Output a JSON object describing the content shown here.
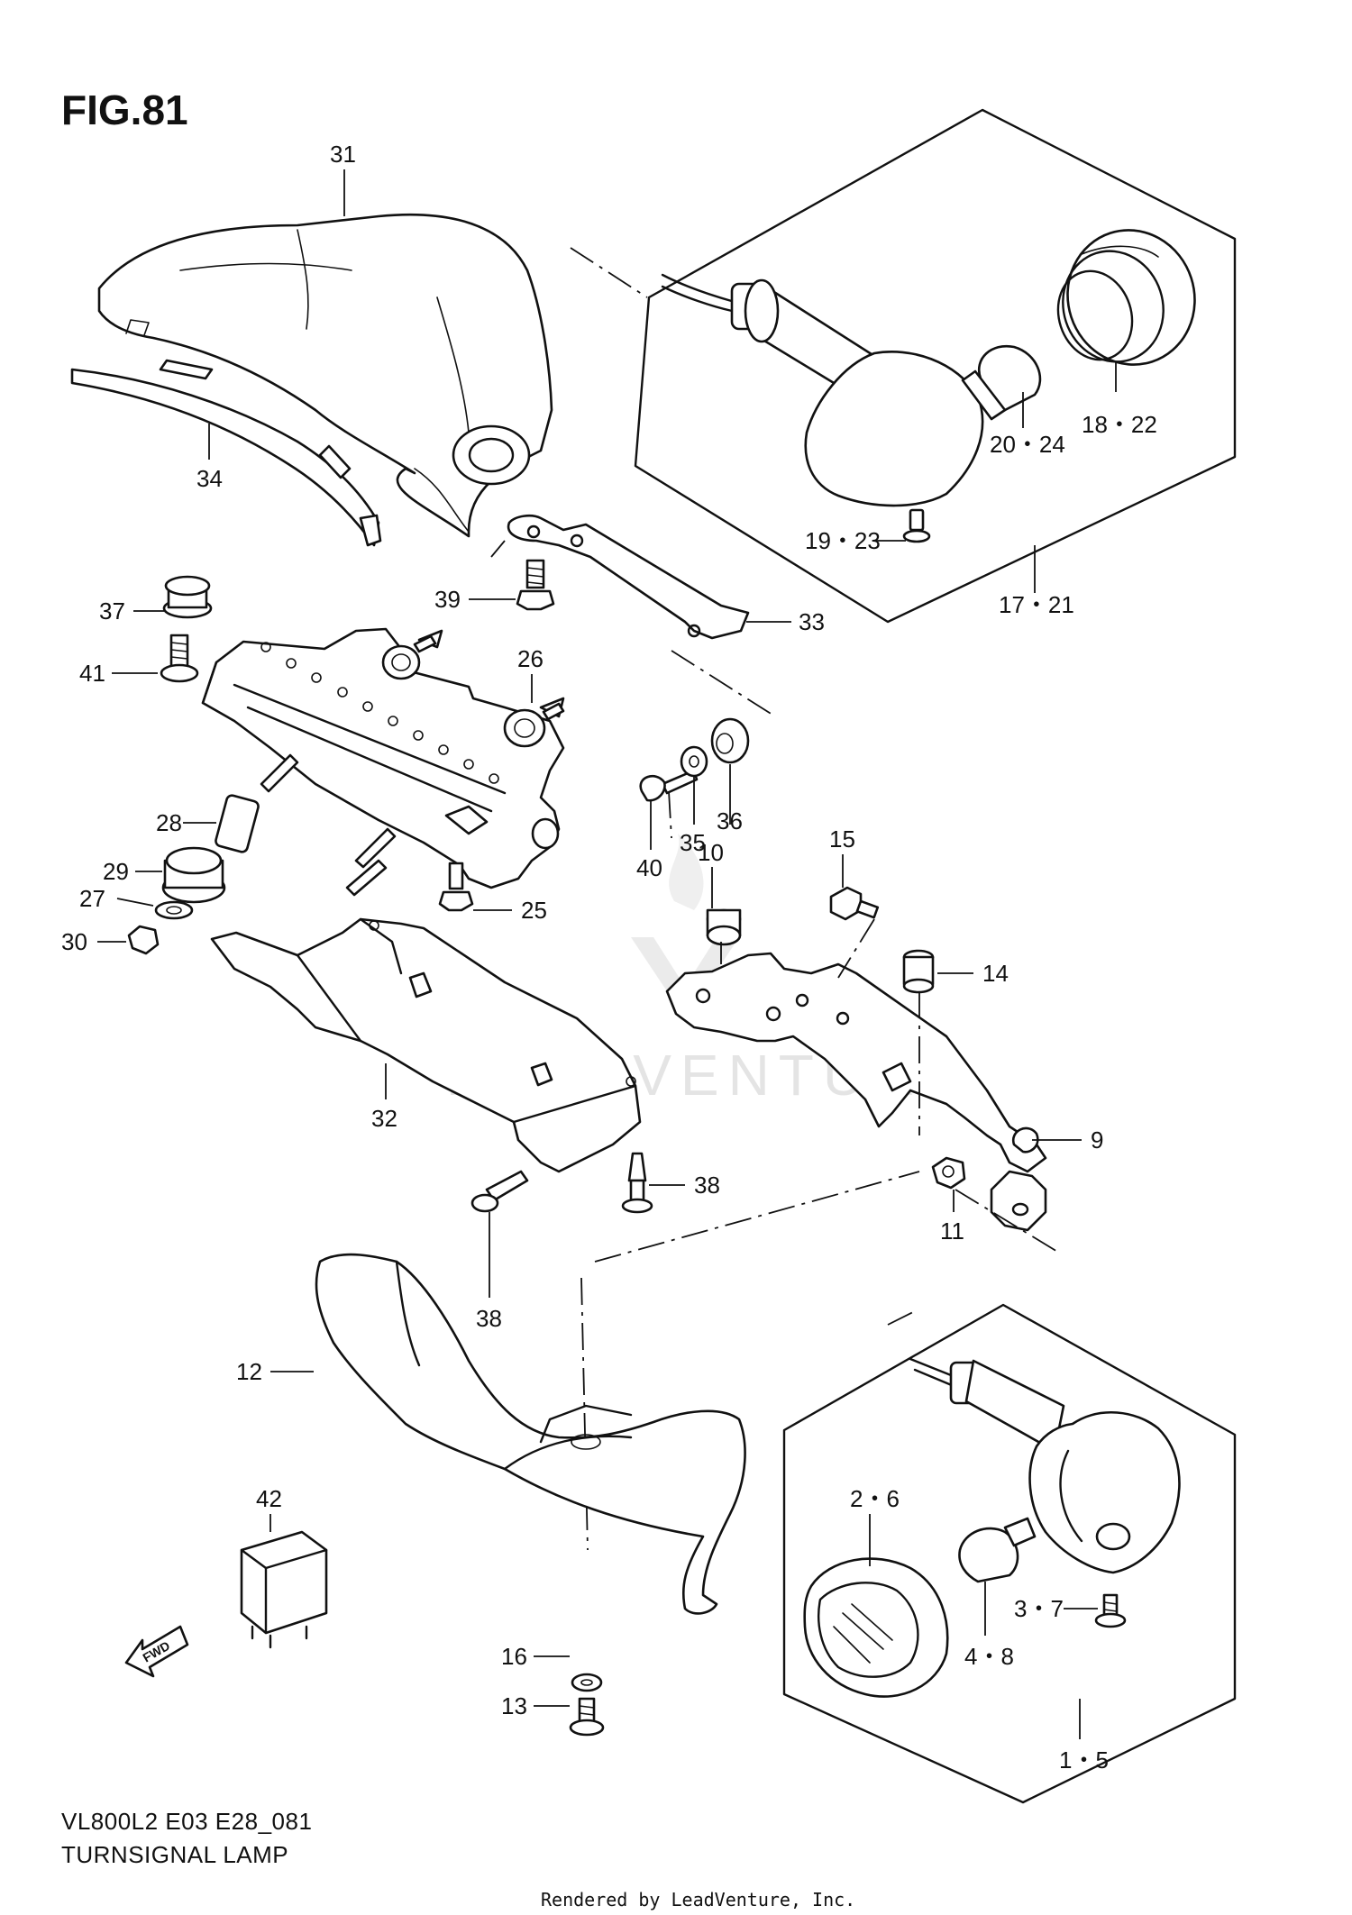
{
  "figure": {
    "title": "FIG.81",
    "model_code": "VL800L2 E03 E28_081",
    "name": "TURNSIGNAL LAMP"
  },
  "footer": "Rendered by LeadVenture, Inc.",
  "watermark": "LEADVENTURE",
  "fwd_label": "FWD",
  "callouts": [
    {
      "id": "c31",
      "label": "31"
    },
    {
      "id": "c34",
      "label": "34"
    },
    {
      "id": "c37",
      "label": "37"
    },
    {
      "id": "c41",
      "label": "41"
    },
    {
      "id": "c39",
      "label": "39"
    },
    {
      "id": "c33",
      "label": "33"
    },
    {
      "id": "c26",
      "label": "26"
    },
    {
      "id": "c28",
      "label": "28"
    },
    {
      "id": "c29",
      "label": "29"
    },
    {
      "id": "c27",
      "label": "27"
    },
    {
      "id": "c30",
      "label": "30"
    },
    {
      "id": "c25",
      "label": "25"
    },
    {
      "id": "c32",
      "label": "32"
    },
    {
      "id": "c38a",
      "label": "38"
    },
    {
      "id": "c38b",
      "label": "38"
    },
    {
      "id": "c40",
      "label": "40"
    },
    {
      "id": "c35",
      "label": "35"
    },
    {
      "id": "c36",
      "label": "36"
    },
    {
      "id": "c10",
      "label": "10"
    },
    {
      "id": "c15",
      "label": "15"
    },
    {
      "id": "c14",
      "label": "14"
    },
    {
      "id": "c9",
      "label": "9"
    },
    {
      "id": "c11",
      "label": "11"
    },
    {
      "id": "c12",
      "label": "12"
    },
    {
      "id": "c42",
      "label": "42"
    },
    {
      "id": "c16",
      "label": "16"
    },
    {
      "id": "c13",
      "label": "13"
    },
    {
      "id": "c17_21",
      "label": "17・21"
    },
    {
      "id": "c18_22",
      "label": "18・22"
    },
    {
      "id": "c20_24",
      "label": "20・24"
    },
    {
      "id": "c19_23",
      "label": "19・23"
    },
    {
      "id": "c2_6",
      "label": "2・6"
    },
    {
      "id": "c3_7",
      "label": "3・7"
    },
    {
      "id": "c4_8",
      "label": "4・8"
    },
    {
      "id": "c1_5",
      "label": "1・5"
    }
  ]
}
